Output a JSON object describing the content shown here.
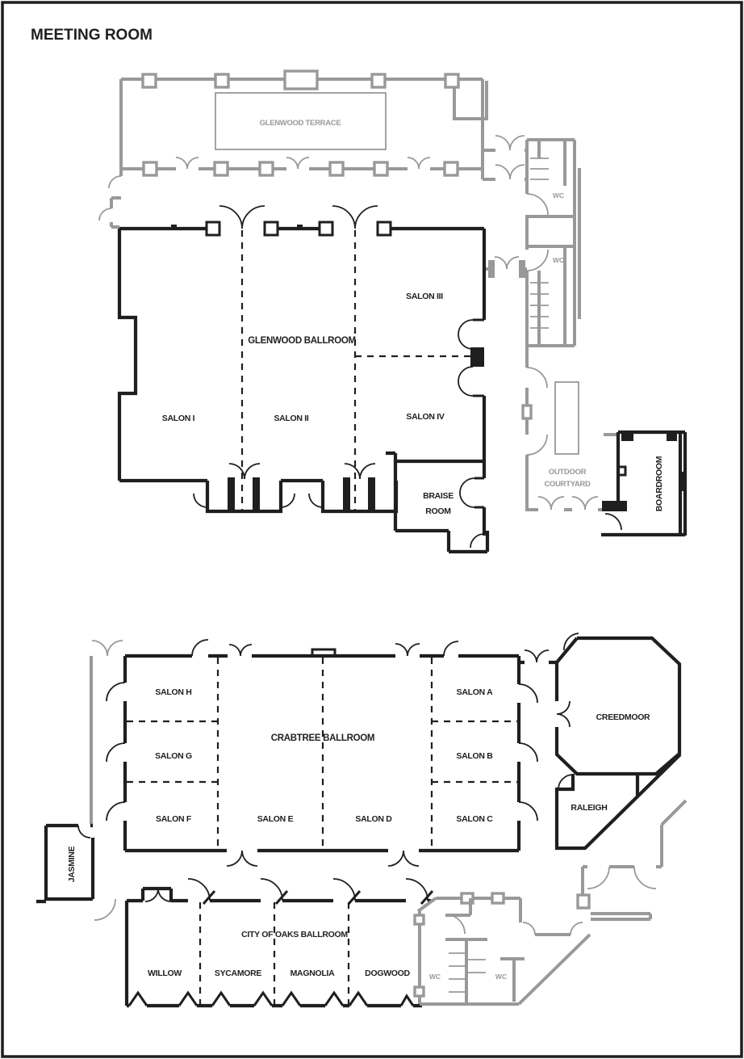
{
  "title": "MEETING ROOM",
  "colors": {
    "wall": "#1f1f1f",
    "secondary_wall": "#999999",
    "background": "#ffffff"
  },
  "glenwood_wing": {
    "terrace": "GLENWOOD TERRACE",
    "ballroom": "GLENWOOD BALLROOM",
    "salon_i": "SALON I",
    "salon_ii": "SALON II",
    "salon_iii": "SALON III",
    "salon_iv": "SALON IV",
    "braise_line1": "BRAISE",
    "braise_line2": "ROOM",
    "courtyard_line1": "OUTDOOR",
    "courtyard_line2": "COURTYARD",
    "boardroom": "BOARDROOM",
    "wc_north": "WC",
    "wc_south": "WC"
  },
  "crabtree_wing": {
    "ballroom": "CRABTREE BALLROOM",
    "salon_a": "SALON A",
    "salon_b": "SALON B",
    "salon_c": "SALON C",
    "salon_d": "SALON D",
    "salon_e": "SALON E",
    "salon_f": "SALON F",
    "salon_g": "SALON G",
    "salon_h": "SALON H",
    "creedmoor": "CREEDMOOR",
    "raleigh": "RALEIGH",
    "jasmine": "JASMINE",
    "city_of_oaks": "CITY OF OAKS BALLROOM",
    "willow": "WILLOW",
    "sycamore": "SYCAMORE",
    "magnolia": "MAGNOLIA",
    "dogwood": "DOGWOOD",
    "wc_west": "WC",
    "wc_east": "WC"
  }
}
